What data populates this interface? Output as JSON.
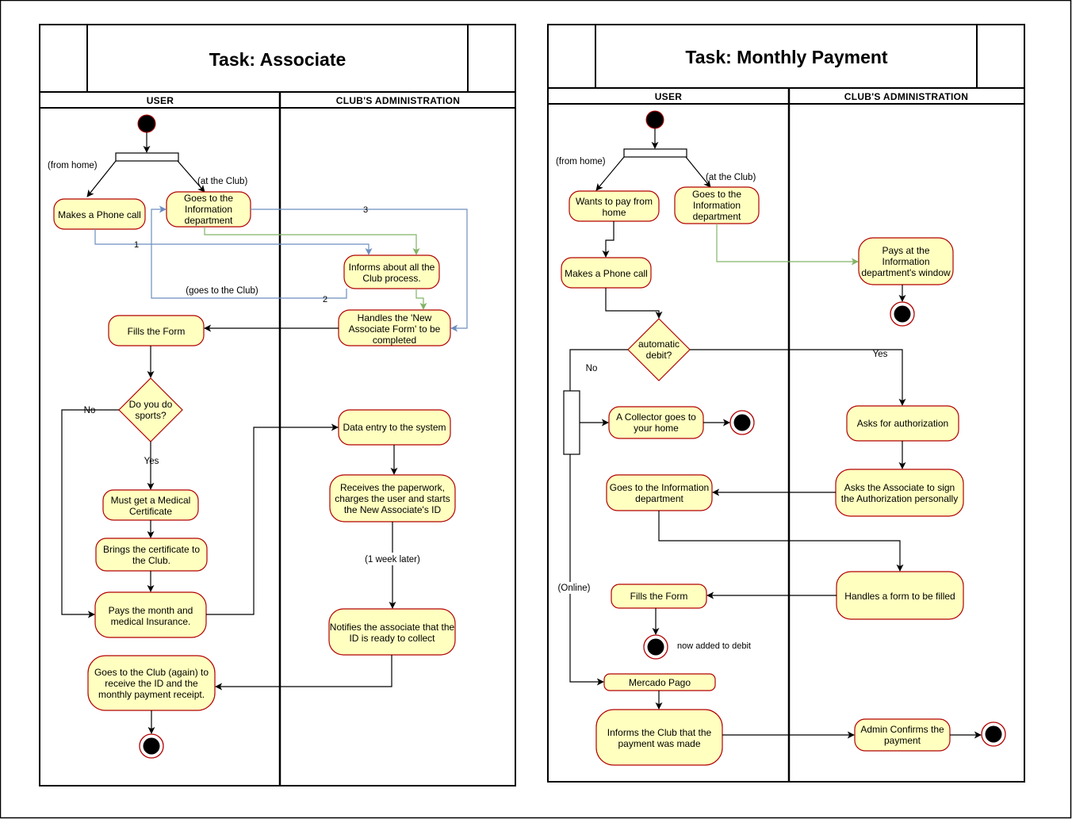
{
  "associate": {
    "title": "Task: Associate",
    "lane_user": "USER",
    "lane_admin": "CLUB'S ADMINISTRATION",
    "activities": {
      "phone_call": [
        "Makes a Phone call"
      ],
      "goes_info": [
        "Goes to the",
        "Information",
        "department"
      ],
      "informs_process": [
        "Informs about all the",
        "Club process."
      ],
      "handles_form": [
        "Handles the 'New",
        "Associate Form' to be",
        "completed"
      ],
      "fills_form": [
        "Fills the Form"
      ],
      "medical_cert": [
        "Must get a Medical",
        "Certificate"
      ],
      "brings_cert": [
        "Brings the certificate to",
        "the Club."
      ],
      "pays_month": [
        "Pays the month and",
        "medical Insurance."
      ],
      "data_entry": [
        "Data entry to the system"
      ],
      "receives_paperwork": [
        "Receives the paperwork,",
        "charges the user and starts",
        "the New Associate's ID"
      ],
      "notifies": [
        "Notifies the associate that the",
        "ID is ready to collect"
      ],
      "goes_club_again": [
        "Goes to the Club (again) to",
        "receive the ID and the",
        "monthly payment receipt."
      ]
    },
    "decision": [
      "Do you do",
      "sports?"
    ],
    "labels": {
      "from_home": "(from home)",
      "at_club": "(at the Club)",
      "goes_to_club": "(goes to the Club)",
      "one": "1",
      "two": "2",
      "three": "3",
      "no": "No",
      "yes": "Yes",
      "week_later": "(1 week later)"
    }
  },
  "monthly": {
    "title": "Task: Monthly Payment",
    "lane_user": "USER",
    "lane_admin": "CLUB'S ADMINISTRATION",
    "activities": {
      "wants_pay": [
        "Wants to pay from",
        "home"
      ],
      "goes_info": [
        "Goes to the",
        "Information",
        "department"
      ],
      "pays_window": [
        "Pays at the",
        "Information",
        "department's window"
      ],
      "phone_call": [
        "Makes a Phone call"
      ],
      "collector": [
        "A Collector goes to",
        "your home"
      ],
      "asks_auth": [
        "Asks for authorization"
      ],
      "goes_info_dept": [
        "Goes to the Information",
        "department"
      ],
      "asks_sign": [
        "Asks the Associate to sign",
        "the Authorization personally"
      ],
      "fills_form": [
        "Fills the Form"
      ],
      "handles_form": [
        "Handles a form to be filled"
      ],
      "mercado_pago": [
        "Mercado Pago"
      ],
      "informs_club": [
        "Informs the Club that the",
        "payment was made"
      ],
      "admin_confirms": [
        "Admin Confirms the",
        "payment"
      ]
    },
    "decision": [
      "automatic",
      "debit?"
    ],
    "labels": {
      "from_home": "(from home)",
      "at_club": "(at the Club)",
      "no": "No",
      "yes": "Yes",
      "online": "(Online)",
      "added_debit": "now added to debit"
    }
  },
  "colors": {
    "activity_fill": "#ffffc0",
    "activity_stroke": "#b20000",
    "blue_flow": "#6c8ebf",
    "green_flow": "#82b366",
    "line": "#000000"
  }
}
